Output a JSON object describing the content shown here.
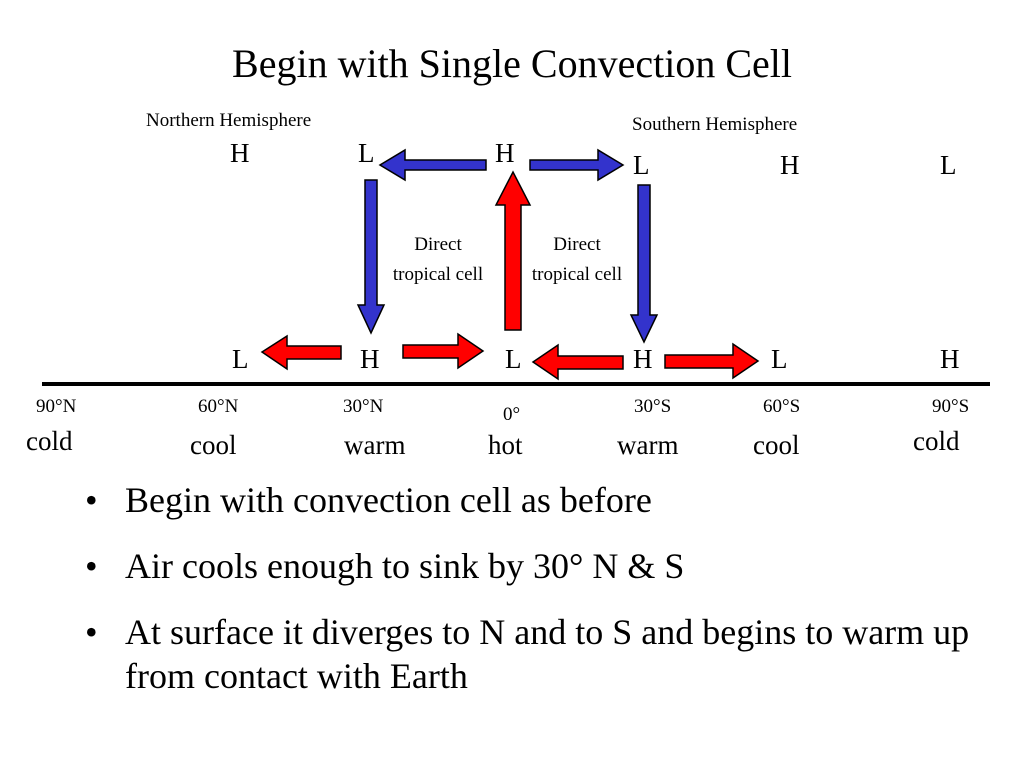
{
  "title": "Begin with Single Convection Cell",
  "hemispheres": {
    "north": "Northern Hemisphere",
    "south": "Southern Hemisphere"
  },
  "top_pressure": [
    "H",
    "L",
    "H",
    "L",
    "H",
    "L"
  ],
  "surface_pressure": [
    "L",
    "H",
    "L",
    "H",
    "L",
    "H"
  ],
  "cell_labels": [
    "Direct tropical cell",
    "Direct tropical cell"
  ],
  "latitudes": [
    "90°N",
    "60°N",
    "30°N",
    "0°",
    "30°S",
    "60°S",
    "90°S"
  ],
  "temperatures": [
    "cold",
    "cool",
    "warm",
    "hot",
    "warm",
    "cool",
    "cold"
  ],
  "colors": {
    "warm_arrow": "#ff0000",
    "cool_arrow": "#3333cc",
    "outline": "#000000"
  },
  "bullets": [
    "Begin with convection cell as before",
    "Air cools enough to sink by 30° N & S",
    "At surface it diverges to N and to S and begins to warm up from contact with Earth"
  ]
}
